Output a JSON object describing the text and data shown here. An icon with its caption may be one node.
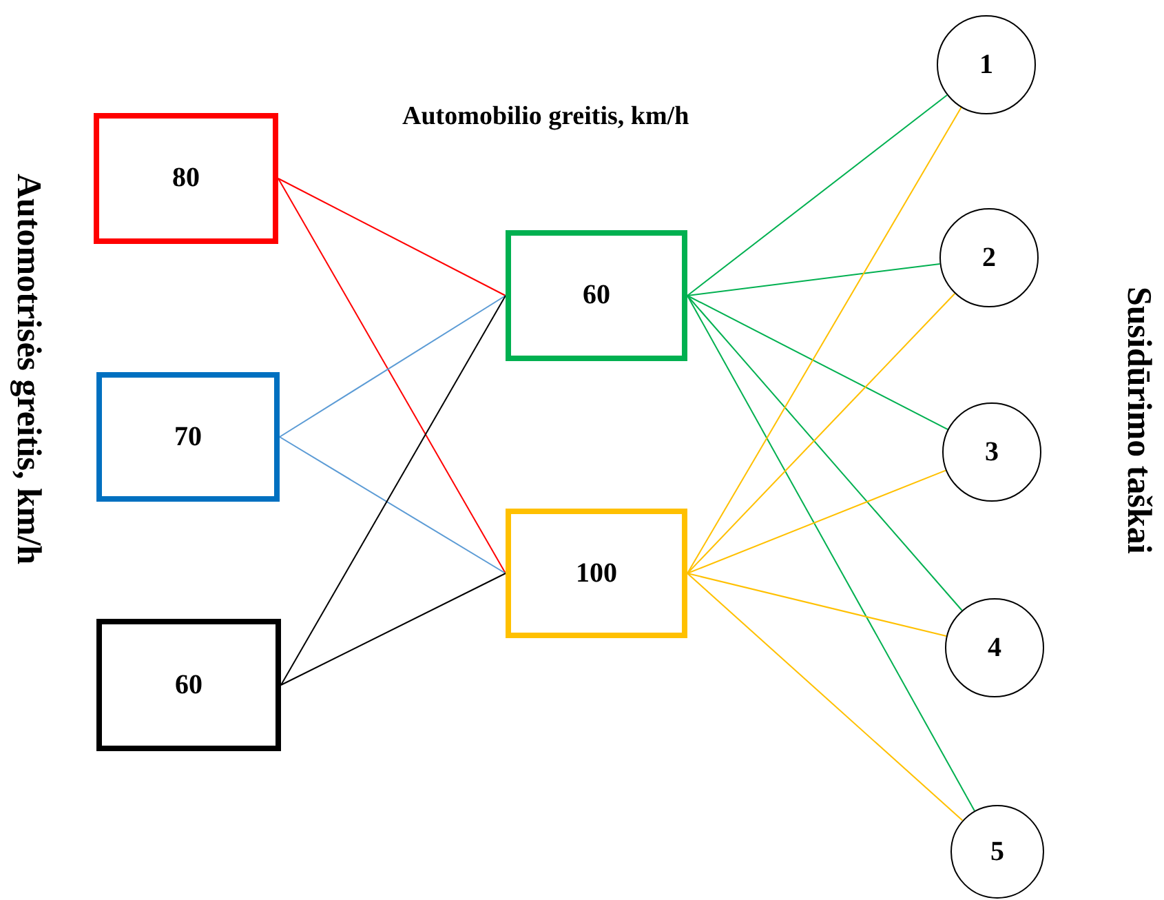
{
  "diagram": {
    "nodes": [
      {
        "text": [
          "80"
        ]
      },
      {
        "text": [
          "70"
        ]
      },
      {
        "text": [
          "60"
        ]
      },
      {
        "text": [
          "60"
        ]
      },
      {
        "text": [
          "100"
        ]
      },
      {
        "text": [
          "1"
        ]
      },
      {
        "text": [
          "2"
        ]
      },
      {
        "text": [
          "3"
        ]
      },
      {
        "text": [
          "4"
        ]
      },
      {
        "text": [
          "5"
        ]
      }
    ],
    "edges": [
      {
        "from": 0,
        "to": 3,
        "arrow": "none",
        "color": "#ff0000"
      },
      {
        "from": 0,
        "to": 4,
        "arrow": "none",
        "color": "#ff0000"
      },
      {
        "from": 1,
        "to": 3,
        "arrow": "none",
        "color": "#5b9bd5"
      },
      {
        "from": 1,
        "to": 4,
        "arrow": "none",
        "color": "#5b9bd5"
      },
      {
        "from": 2,
        "to": 3,
        "arrow": "none",
        "color": "#000000"
      },
      {
        "from": 2,
        "to": 4,
        "arrow": "none",
        "color": "#000000"
      },
      {
        "from": 3,
        "to": 5,
        "arrow": "none",
        "color": "#00b050"
      },
      {
        "from": 3,
        "to": 6,
        "arrow": "none",
        "color": "#00b050"
      },
      {
        "from": 3,
        "to": 7,
        "arrow": "none",
        "color": "#00b050"
      },
      {
        "from": 3,
        "to": 8,
        "arrow": "none",
        "color": "#00b050"
      },
      {
        "from": 3,
        "to": 9,
        "arrow": "none",
        "color": "#00b050"
      },
      {
        "from": 4,
        "to": 5,
        "arrow": "none",
        "color": "#ffc000"
      },
      {
        "from": 4,
        "to": 6,
        "arrow": "none",
        "color": "#ffc000"
      },
      {
        "from": 4,
        "to": 7,
        "arrow": "none",
        "color": "#ffc000"
      },
      {
        "from": 4,
        "to": 8,
        "arrow": "none",
        "color": "#ffc000"
      },
      {
        "from": 4,
        "to": 9,
        "arrow": "none",
        "color": "#ffc000"
      }
    ],
    "labels": [
      "Automobilio greitis, km/h",
      "Automotrisės greitis, km/h",
      "Susidūrimo taškai"
    ]
  }
}
